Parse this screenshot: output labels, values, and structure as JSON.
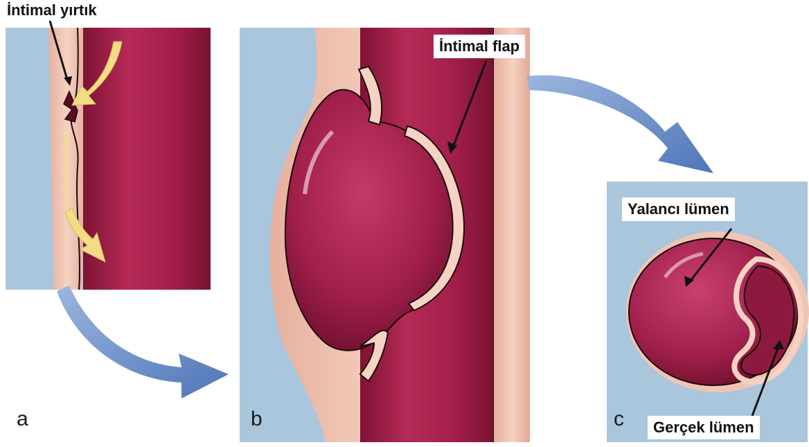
{
  "labels": {
    "intimal_tear": "İntimal yırtık",
    "intimal_flap": "İntimal flap",
    "false_lumen": "Yalancı lümen",
    "true_lumen": "Gerçek lümen"
  },
  "panels": {
    "a": "a",
    "b": "b",
    "c": "c"
  },
  "colors": {
    "background_blue": "#a9c6dd",
    "vessel_lumen": "#a31f4a",
    "vessel_wall": "#f0c4b4",
    "blood_flow_arrow": "#f3dd84",
    "transition_arrow": "#6f93c9"
  }
}
